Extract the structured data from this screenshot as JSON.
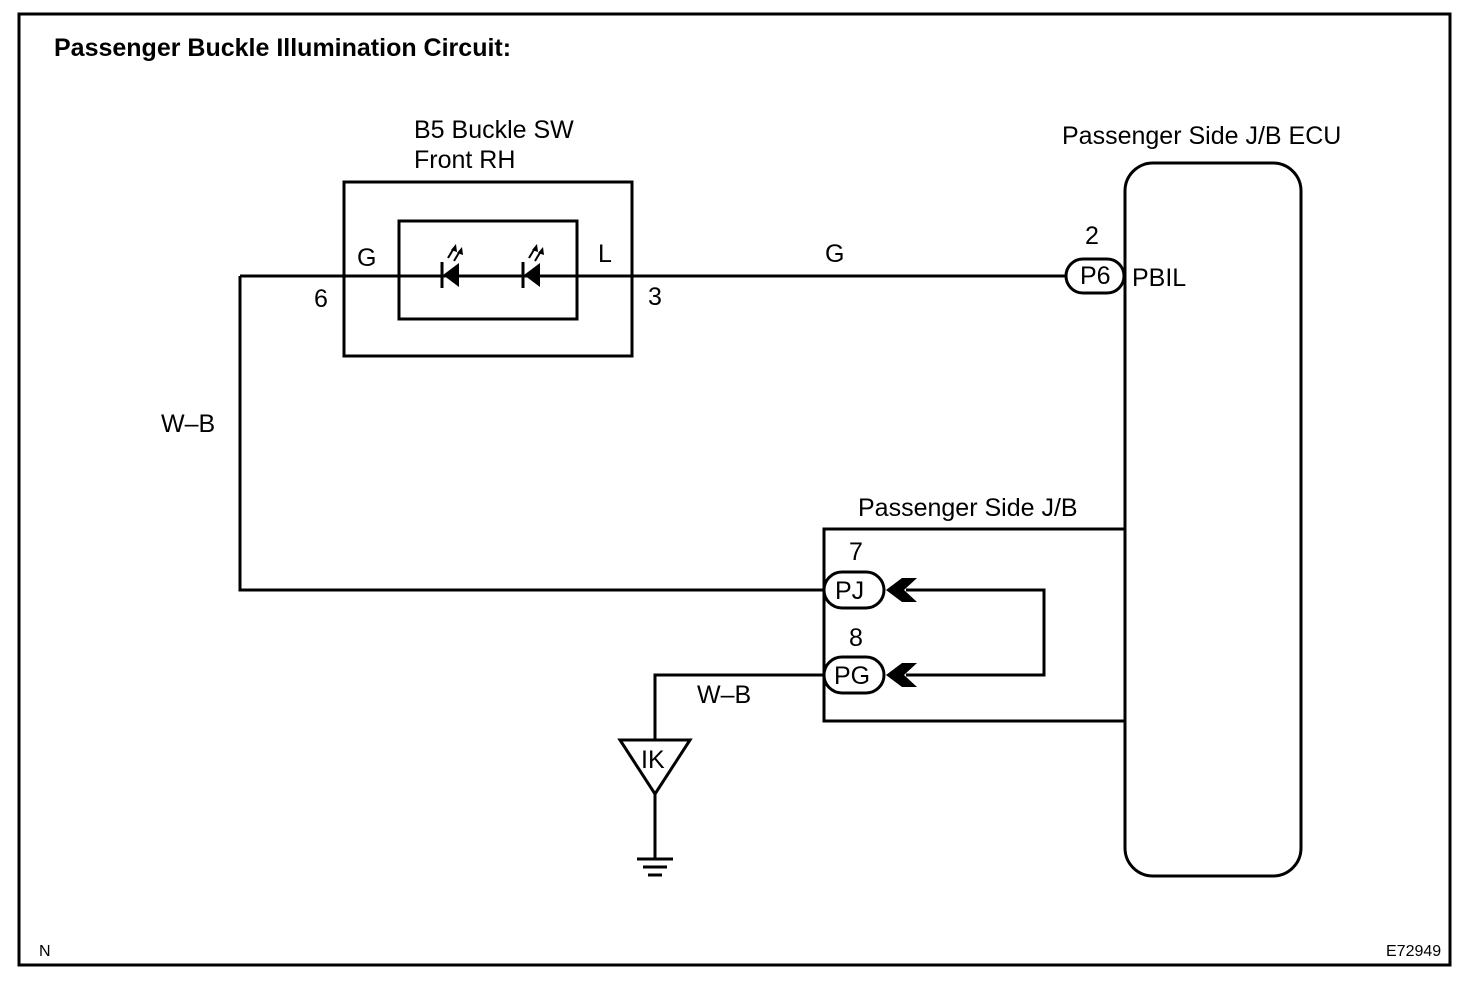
{
  "title": "Passenger Buckle Illumination Circuit:",
  "buckle_switch": {
    "name_line1": "B5 Buckle SW",
    "name_line2": "Front RH",
    "left_terminal_label": "G",
    "right_terminal_label": "L",
    "left_pin": "6",
    "right_pin": "3"
  },
  "ecu": {
    "name": "Passenger Side J/B ECU",
    "pin_number": "2",
    "connector": "P6",
    "terminal_name": "PBIL"
  },
  "junction_block": {
    "name": "Passenger Side J/B",
    "connector_top_pin": "7",
    "connector_top": "PJ",
    "connector_bottom_pin": "8",
    "connector_bottom": "PG"
  },
  "wires": {
    "signal_wire": "G",
    "left_ground_wire": "W–B",
    "bottom_ground_wire": "W–B"
  },
  "ground_point": "IK",
  "corner_left": "N",
  "corner_right": "E72949"
}
